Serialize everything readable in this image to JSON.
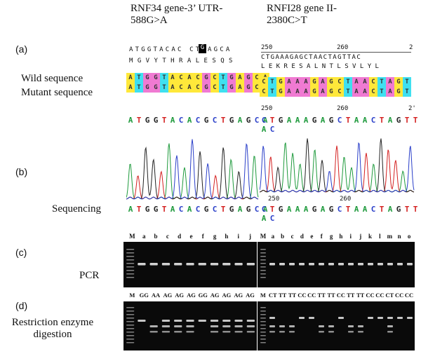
{
  "titles": {
    "left": [
      "RNF34 gene-3’ UTR-",
      "588G>A"
    ],
    "right": [
      "RNFI28 gene II-",
      "2380C>T"
    ]
  },
  "panels": {
    "a": "(a)",
    "b": "(b)",
    "c": "(c)",
    "d": "(d)"
  },
  "labels": {
    "wild": "Wild sequence",
    "mutant": "Mutant sequence",
    "sequencing": "Sequencing",
    "pcr": "PCR",
    "restriction": [
      "Restriction enzyme",
      "digestion"
    ]
  },
  "left_seq": [
    "A",
    "T",
    "G",
    "G",
    "T",
    "A",
    "C",
    "A",
    "C",
    "G",
    "C",
    "T",
    "G",
    "A",
    "G",
    "C",
    "A"
  ],
  "right_seq": [
    "C",
    "T",
    "G",
    "A",
    "A",
    "A",
    "G",
    "A",
    "G",
    "C",
    "T",
    "A",
    "A",
    "C",
    "T",
    "A",
    "G",
    "T",
    "T",
    "A",
    "C"
  ],
  "left_top_ref": "ATGGTACAC CTGAGCA",
  "left_top_highlight": "G",
  "left_aa": "M  G  V  Y  T  H  R  A  L  E  S  Q  S",
  "right_ruler": {
    "start": "250",
    "mid": "260",
    "end": "2"
  },
  "right_top_ref": "CTGAAAGAGCTAACTAGTTAC",
  "right_aa": "L  E  K  R  E  S  A  L  N  T  L  S  V  L  Y  L",
  "right_ruler2": {
    "start": "250",
    "mid": "260",
    "end": "2'"
  },
  "seq_ruler": {
    "start": "250",
    "mid": "260"
  },
  "lanes_left": [
    "M",
    "a",
    "b",
    "c",
    "d",
    "e",
    "f",
    "g",
    "h",
    "i",
    "j"
  ],
  "lanes_right": [
    "M",
    "a",
    "b",
    "c",
    "d",
    "e",
    "f",
    "g",
    "h",
    "i",
    "j",
    "k",
    "l",
    "m",
    "n",
    "o"
  ],
  "genotypes_left": [
    "M",
    "GG",
    "AA",
    "AG",
    "AG",
    "AG",
    "GG",
    "AG",
    "AG",
    "AG",
    "AG"
  ],
  "genotypes_right": [
    "M",
    "CT",
    "TT",
    "TT",
    "CC",
    "CC",
    "TT",
    "TT",
    "CC",
    "TT",
    "TT",
    "CC",
    "CC",
    "CT",
    "CC",
    "CC"
  ],
  "colors": {
    "A": "#1e9a3c",
    "T": "#d42020",
    "G": "#222222",
    "C": "#2a3fc9",
    "aln_yellow": "#ffe83a",
    "aln_magenta": "#f07ad2",
    "aln_cyan": "#3fe0f0",
    "aln_gray": "#b8b8b8"
  }
}
